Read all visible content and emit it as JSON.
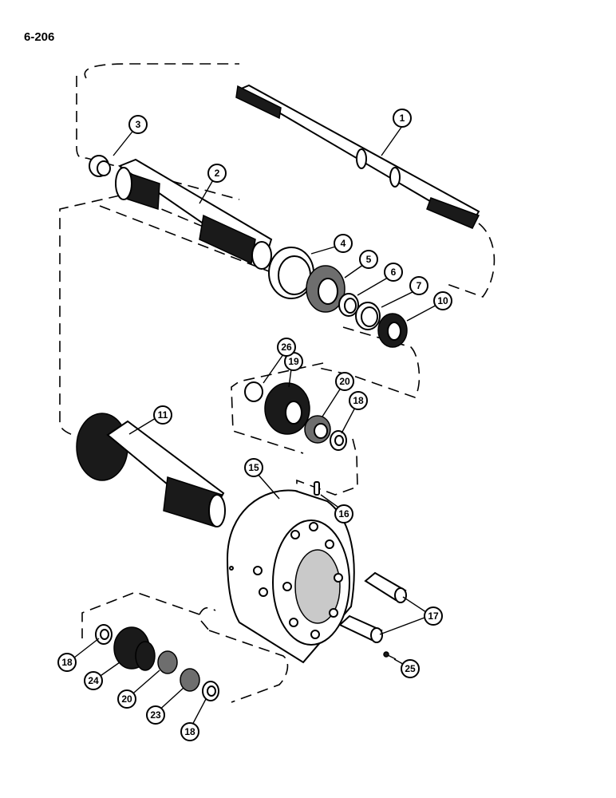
{
  "page_label": "6-206",
  "callouts": [
    {
      "id": "c1",
      "label": "1"
    },
    {
      "id": "c2",
      "label": "2"
    },
    {
      "id": "c3",
      "label": "3"
    },
    {
      "id": "c4",
      "label": "4"
    },
    {
      "id": "c5",
      "label": "5"
    },
    {
      "id": "c6",
      "label": "6"
    },
    {
      "id": "c7",
      "label": "7"
    },
    {
      "id": "c10",
      "label": "10"
    },
    {
      "id": "c11",
      "label": "11"
    },
    {
      "id": "c15",
      "label": "15"
    },
    {
      "id": "c16",
      "label": "16"
    },
    {
      "id": "c17",
      "label": "17"
    },
    {
      "id": "c18a",
      "label": "18"
    },
    {
      "id": "c18b",
      "label": "18"
    },
    {
      "id": "c18c",
      "label": "18"
    },
    {
      "id": "c19",
      "label": "19"
    },
    {
      "id": "c20a",
      "label": "20"
    },
    {
      "id": "c20b",
      "label": "20"
    },
    {
      "id": "c23",
      "label": "23"
    },
    {
      "id": "c24",
      "label": "24"
    },
    {
      "id": "c25",
      "label": "25"
    },
    {
      "id": "c26",
      "label": "26"
    }
  ]
}
